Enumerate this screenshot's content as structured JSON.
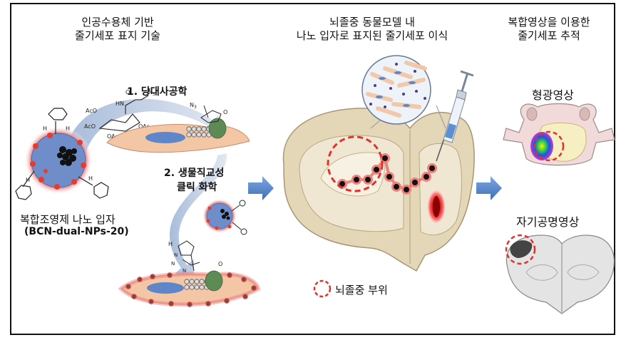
{
  "headers": {
    "col1": [
      "인공수용체 기반",
      "줄기세포 표지 기술"
    ],
    "col2": [
      "뇌졸중 동물모델 내",
      "나노 입자로 표지된 줄기세포 이식"
    ],
    "col3": [
      "복합영상을 이용한",
      "줄기세포 추적"
    ]
  },
  "steps": {
    "step1": "1. 당대사공학",
    "step2_line1": "2. 생물직교성",
    "step2_line2": "클릭 화학"
  },
  "nanoparticle": {
    "name": "복합조영제 나노 입자",
    "code": "(BCN-dual-NPs-20)"
  },
  "legend": {
    "stroke_site": "뇌졸중 부위"
  },
  "imaging": {
    "fluorescence": "형광영상",
    "mri": "자기공명영상"
  },
  "colors": {
    "arrow_blue": "#5b8fd0",
    "stroke_red": "#e0332b",
    "brain_tan": "#e3d7b8",
    "cell_pink": "#f3c6a6",
    "nanoparticle_blue": "#6f8ec9"
  },
  "molecule_labels": {
    "ac1": "AcO",
    "ac2": "AcO",
    "ac3": "OAc",
    "hn": "HN",
    "o": "O",
    "n3": "N",
    "n3_sub": "3",
    "oac4": "OAc",
    "n3b": "N",
    "n3b_sub": "3",
    "h_a": "H",
    "h_b": "H",
    "h_c": "H",
    "h_d": "H",
    "h_e": "H",
    "nnn": "N",
    "n2": "N",
    "nn": "N",
    "o2": "O",
    "o3": "O"
  }
}
